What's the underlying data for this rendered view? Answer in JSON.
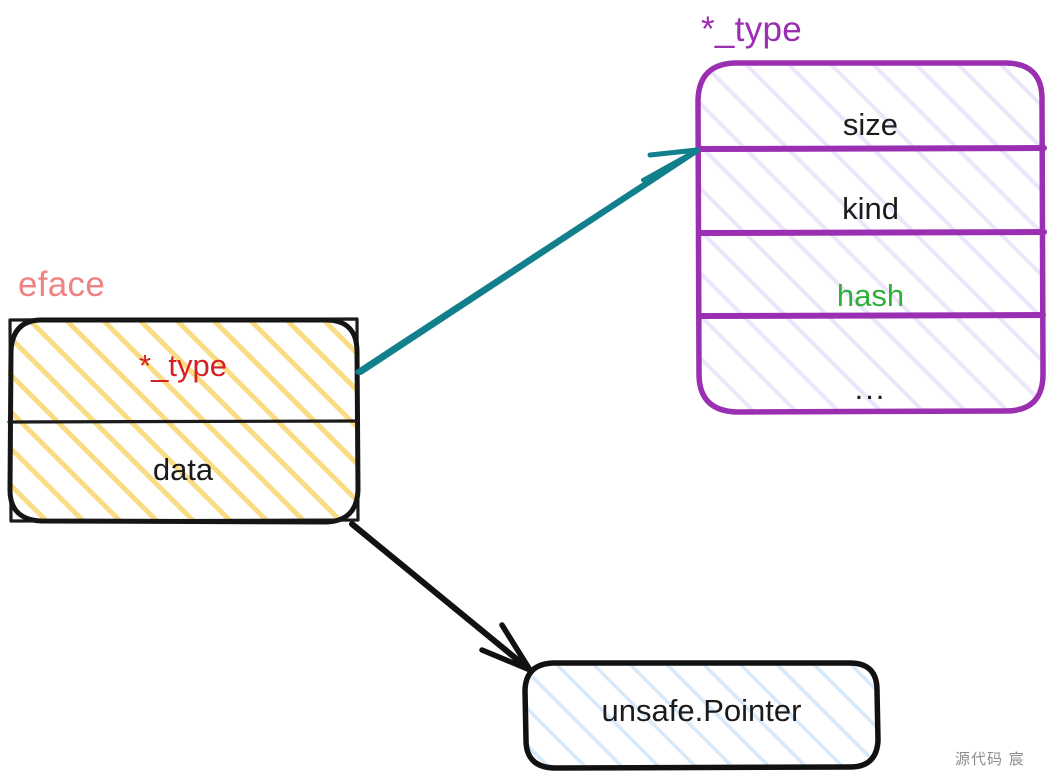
{
  "diagram": {
    "title_labels": {
      "eface": "eface",
      "type_struct": "*_type"
    },
    "colors": {
      "eface_label": "#ef8383",
      "eface_border": "#1b1b1b",
      "eface_hatch": "#f8d978",
      "eface_type_text": "#d42222",
      "type_border": "#9b2fb2",
      "type_hatch": "#d9d0f5",
      "type_title": "#9b2fb2",
      "hash_text": "#2fae39",
      "pointer_border": "#111111",
      "pointer_hatch": "#cfe3f7",
      "arrow_type": "#11808c",
      "arrow_data": "#111111",
      "background": "#ffffff",
      "watermark": "#8d8d8d"
    },
    "boxes": [
      {
        "id": "eface-box",
        "label": "eface",
        "rows": [
          {
            "id": "eface-row-type",
            "text": "*_type",
            "color": "#d42222"
          },
          {
            "id": "eface-row-data",
            "text": "data",
            "color": "#1b1b1b"
          }
        ]
      },
      {
        "id": "type-box",
        "label": "*_type",
        "rows": [
          {
            "id": "type-row-size",
            "text": "size",
            "color": "#1b1b1b"
          },
          {
            "id": "type-row-kind",
            "text": "kind",
            "color": "#1b1b1b"
          },
          {
            "id": "type-row-hash",
            "text": "hash",
            "color": "#2fae39"
          },
          {
            "id": "type-row-more",
            "text": "...",
            "color": "#1b1b1b"
          }
        ]
      },
      {
        "id": "pointer-box",
        "label": "",
        "rows": [
          {
            "id": "pointer-row",
            "text": "unsafe.Pointer",
            "color": "#1b1b1b"
          }
        ]
      }
    ],
    "arrows": [
      {
        "id": "arrow-type-pointer",
        "from": "eface-row-type",
        "to": "type-box",
        "color": "#11808c"
      },
      {
        "id": "arrow-data-pointer",
        "from": "eface-row-data",
        "to": "pointer-box",
        "color": "#111111"
      }
    ]
  },
  "watermark": {
    "text": "源代码  宸"
  }
}
